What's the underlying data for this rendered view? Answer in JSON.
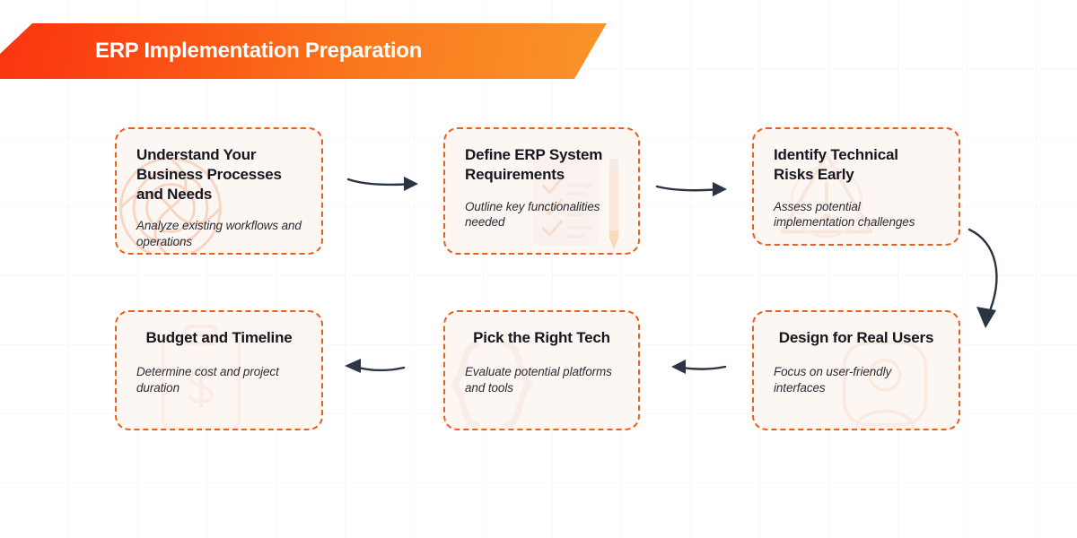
{
  "header": {
    "title": "ERP Implementation Preparation",
    "gradient_from": "#FA3411",
    "gradient_to": "#F9942A"
  },
  "theme": {
    "card_background": "#FDF7F4",
    "card_border": "#E95F1C",
    "title_color": "#16161E",
    "desc_color": "#2C2C34",
    "arrow_color": "#2B3442",
    "grid_line": "#F7F7F9",
    "page_background": "#FFFFFF"
  },
  "flow": {
    "steps": [
      {
        "id": "step-1",
        "title": "Understand Your Business Processes and Needs",
        "description": "Analyze existing workflows and operations",
        "watermark_icon": "swirl-spiral-icon",
        "watermark_side": "left"
      },
      {
        "id": "step-2",
        "title": "Define ERP System Requirements",
        "description": "Outline key functionalities needed",
        "watermark_icon": "checklist-pencil-icon",
        "watermark_side": "right"
      },
      {
        "id": "step-3",
        "title": "Identify Technical Risks Early",
        "description": "Assess potential implementation challenges",
        "watermark_icon": "warning-triangle-icon",
        "watermark_side": "left"
      },
      {
        "id": "step-4",
        "title": "Design for Real Users",
        "description": "Focus on user-friendly interfaces",
        "watermark_icon": "user-avatar-icon",
        "watermark_side": "right"
      },
      {
        "id": "step-5",
        "title": "Pick the Right Tech",
        "description": "Evaluate potential platforms and tools",
        "watermark_icon": "curly-braces-icon",
        "watermark_side": "left"
      },
      {
        "id": "step-6",
        "title": "Budget and Timeline",
        "description": "Determine cost and project duration",
        "watermark_icon": "clipboard-dollar-icon",
        "watermark_side": "left"
      }
    ],
    "connectors": [
      {
        "id": "connector-1-2",
        "direction": "right"
      },
      {
        "id": "connector-2-3",
        "direction": "right"
      },
      {
        "id": "connector-3-4",
        "direction": "curve-down"
      },
      {
        "id": "connector-4-5",
        "direction": "left"
      },
      {
        "id": "connector-5-6",
        "direction": "left"
      }
    ]
  }
}
